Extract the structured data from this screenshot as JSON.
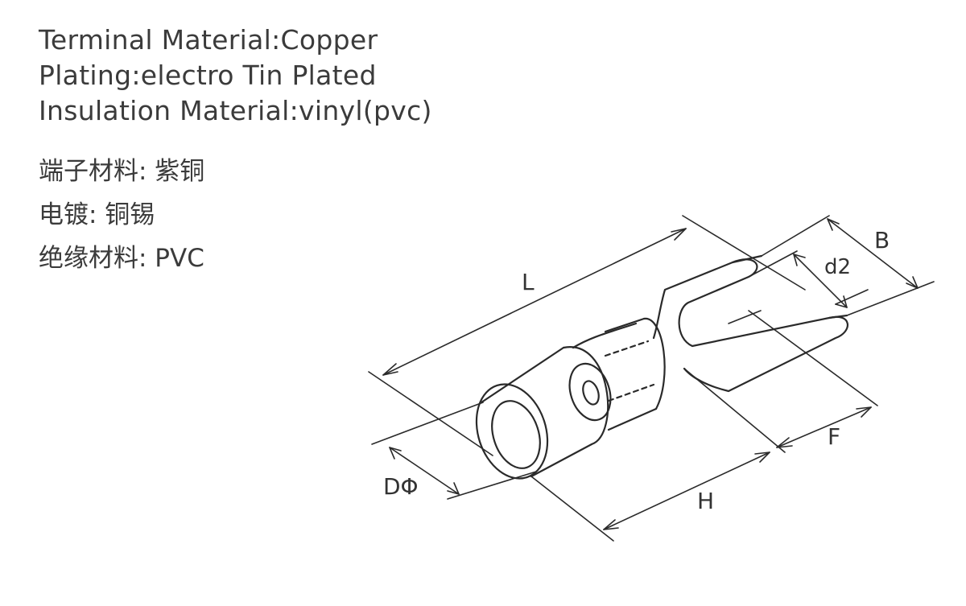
{
  "specs_en": [
    "Terminal Material:Copper",
    "Plating:electro Tin Plated",
    "Insulation Material:vinyl(pvc)"
  ],
  "specs_cn": [
    "端子材料: 紫铜",
    "电镀: 铜锡",
    "绝缘材料: PVC"
  ],
  "dimensions": {
    "L": "L",
    "B": "B",
    "d2": "d2",
    "F": "F",
    "H": "H",
    "D": "DΦ"
  },
  "colors": {
    "line": "#2a2a2a",
    "text": "#3b3b3b"
  }
}
